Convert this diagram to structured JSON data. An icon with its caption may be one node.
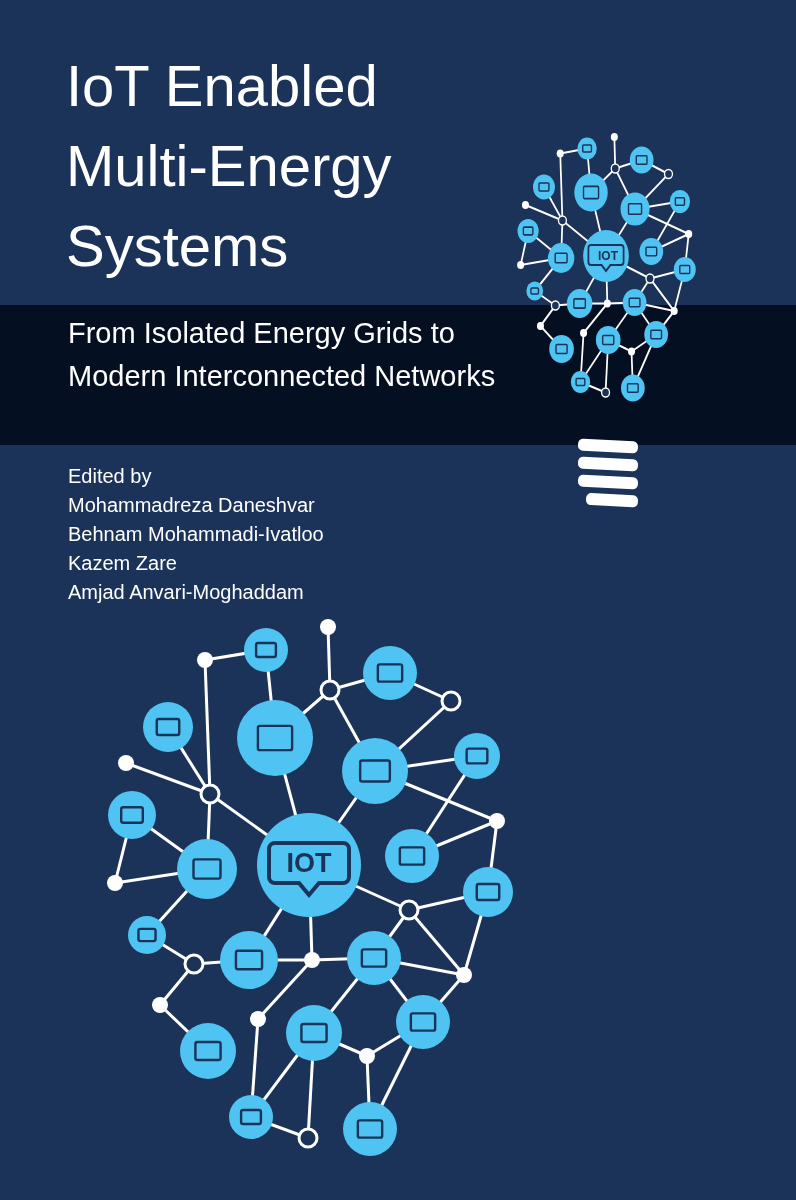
{
  "diagram": {
    "title": "IoT Enabled Multi-Energy Systems",
    "labels": [
      "From Isolated Energy Grids to Modern Interconnected Networks",
      "Edited by",
      "Mohammadreza Daneshvar",
      "Behnam Mohammadi-Ivatloo",
      "Kazem Zare",
      "Amjad Anvari-Moghaddam",
      "IOT",
      "IOT"
    ]
  }
}
